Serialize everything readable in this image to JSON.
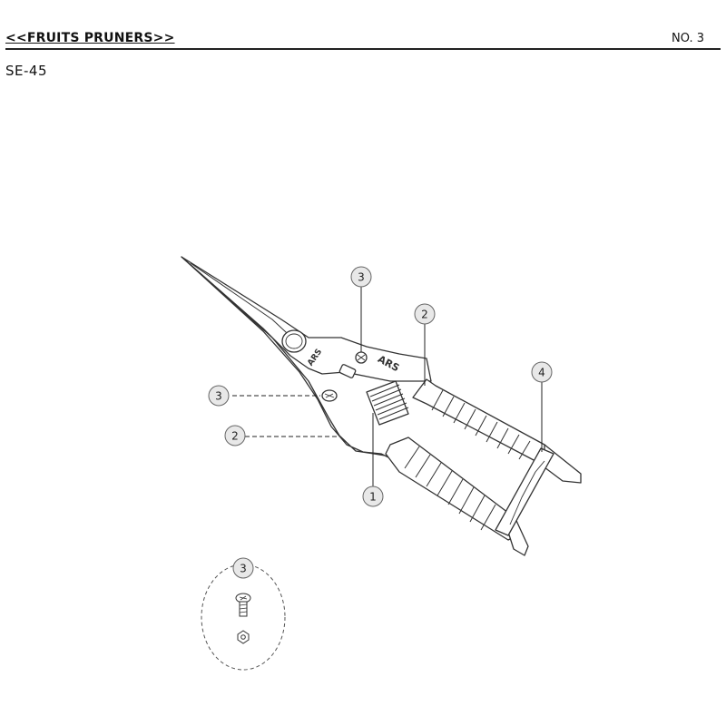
{
  "header": {
    "title": "<<FRUITS PRUNERS>>",
    "page_no": "NO. 3"
  },
  "model": "SE-45",
  "brand_marks": {
    "blade": "ARS",
    "handle": "ARS"
  },
  "callouts": [
    "3",
    "2",
    "3",
    "2",
    "4",
    "1",
    "3"
  ]
}
